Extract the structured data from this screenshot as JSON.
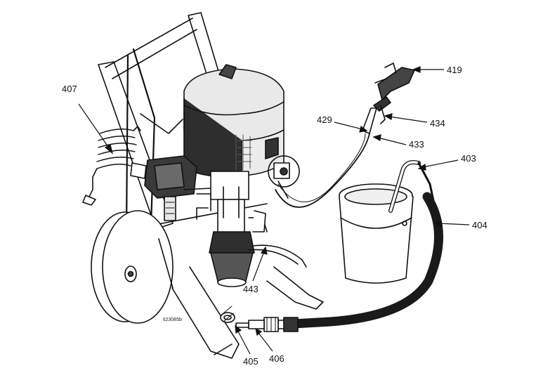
{
  "callouts": {
    "c407": "407",
    "c419": "419",
    "c429": "429",
    "c434": "434",
    "c433": "433",
    "c403": "403",
    "c404": "404",
    "c443": "443",
    "c405": "405",
    "c406": "406"
  },
  "figure_id": "ti23085b",
  "colors": {
    "line": "#111111",
    "hose": "#1a1a1a",
    "body": "#3a3a3a",
    "light": "#f4f4f4"
  }
}
